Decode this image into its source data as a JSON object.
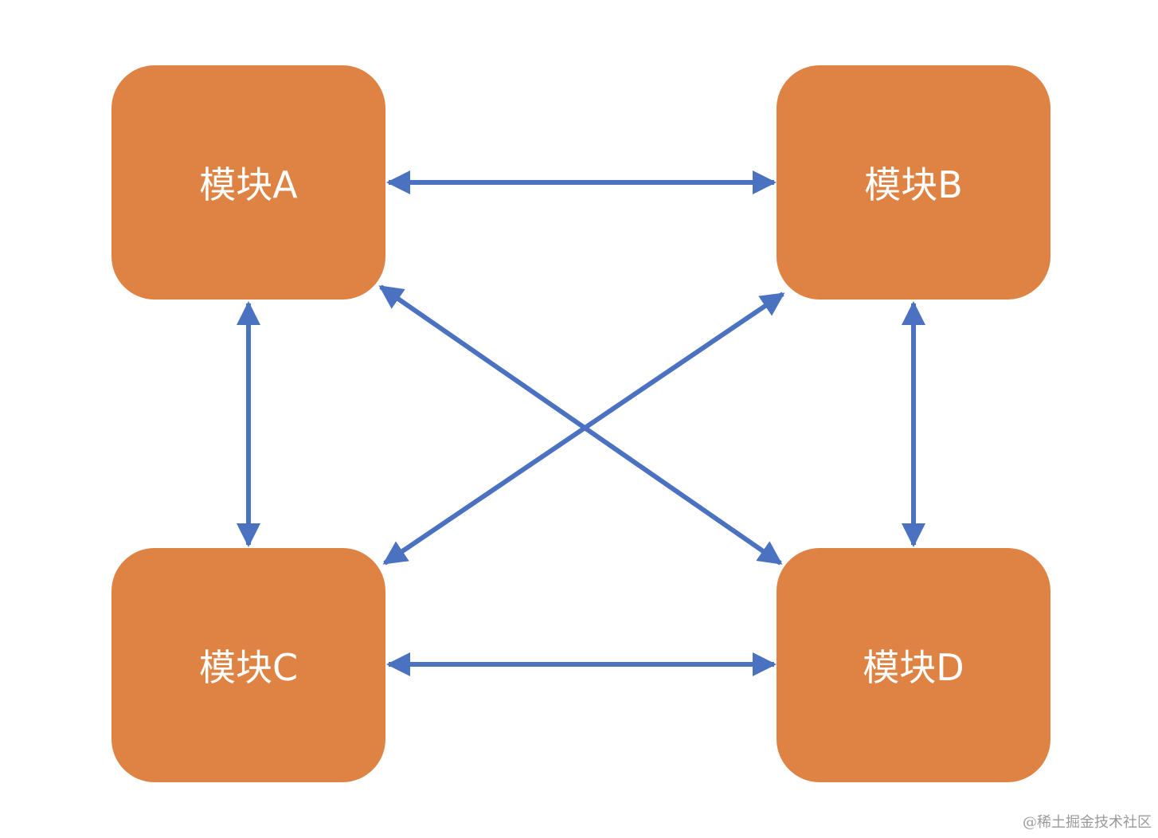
{
  "colors": {
    "box_fill": "#DE8344",
    "arrow": "#4A72C0",
    "background": "#FFFFFF",
    "label_text": "#FFFFFF"
  },
  "modules": {
    "a": {
      "label": "模块A"
    },
    "b": {
      "label": "模块B"
    },
    "c": {
      "label": "模块C"
    },
    "d": {
      "label": "模块D"
    }
  },
  "connections": [
    {
      "from": "A",
      "to": "B",
      "type": "bidirectional"
    },
    {
      "from": "A",
      "to": "C",
      "type": "bidirectional"
    },
    {
      "from": "B",
      "to": "D",
      "type": "bidirectional"
    },
    {
      "from": "C",
      "to": "D",
      "type": "bidirectional"
    },
    {
      "from": "A",
      "to": "D",
      "type": "bidirectional"
    },
    {
      "from": "B",
      "to": "C",
      "type": "bidirectional"
    }
  ],
  "watermark": "@稀土掘金技术社区"
}
